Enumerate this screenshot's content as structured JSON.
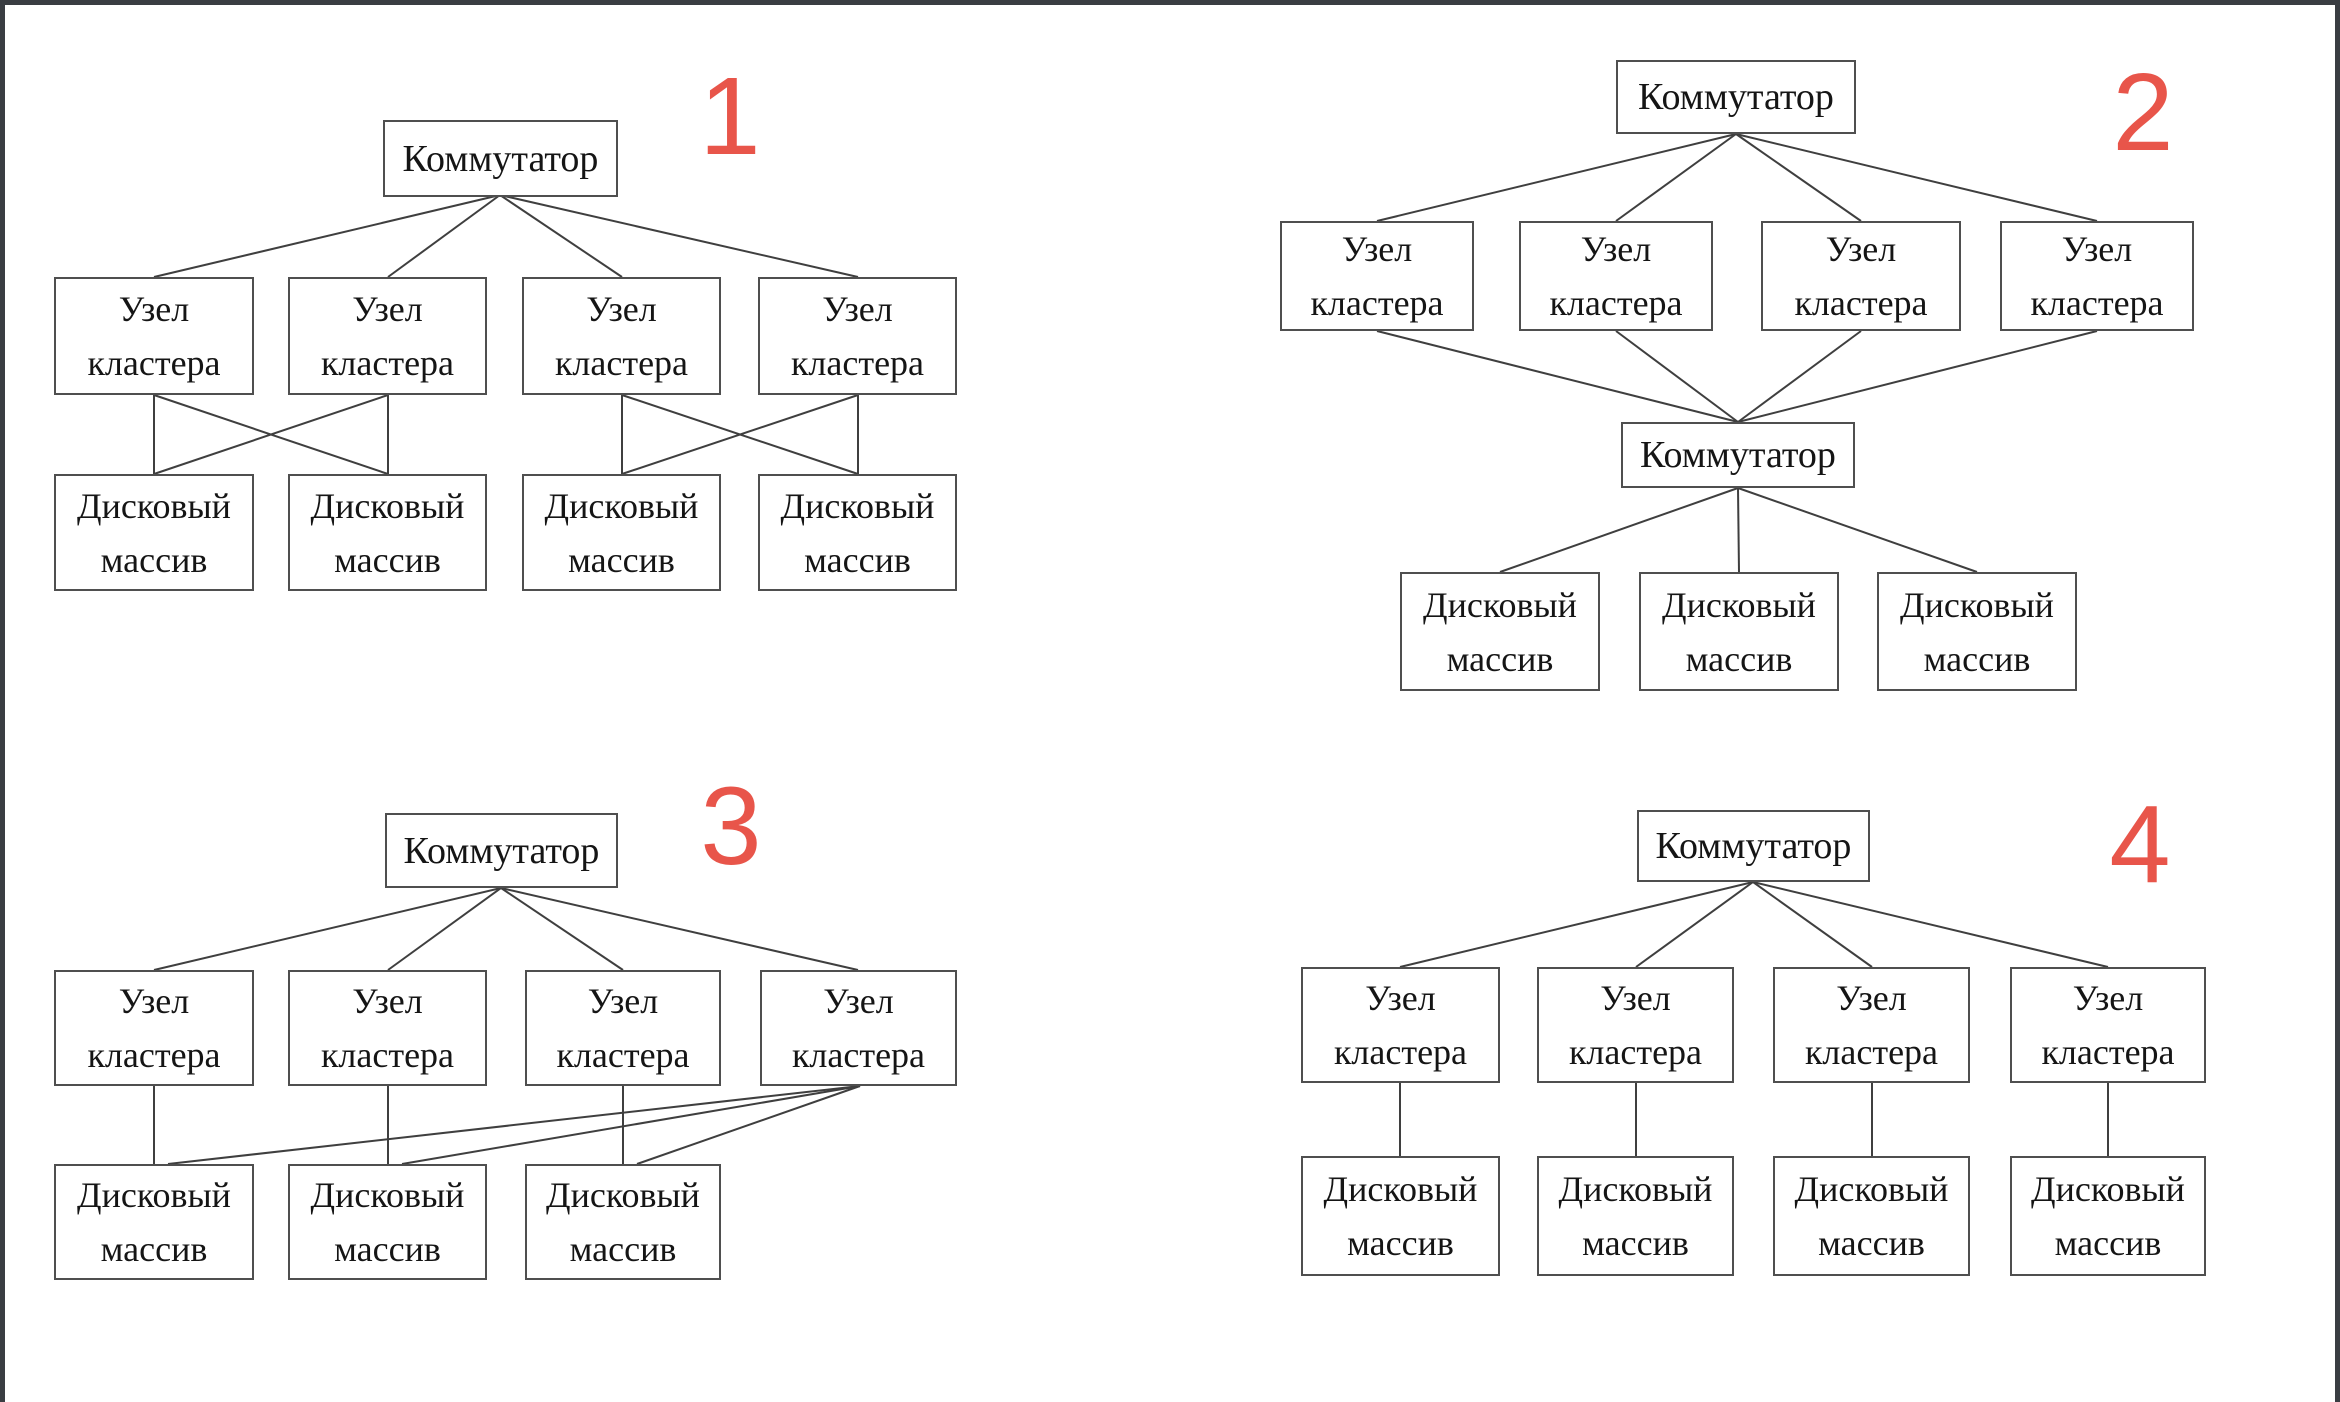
{
  "page": {
    "background": "#ffffff"
  },
  "colors": {
    "number_red": "#e8554a",
    "frame": "#3a3d42",
    "box_border": "#4f4f4f",
    "connector": "#3f3f3f",
    "text": "#151515"
  },
  "labels": {
    "switch": "Коммутатор",
    "node_line1": "Узел",
    "node_line2": "кластера",
    "disk_line1": "Дисковый",
    "disk_line2": "массив"
  },
  "diagrams": [
    {
      "number": "1",
      "switches": 1,
      "nodes": 4,
      "disks": 4,
      "topology": "node pairs cross-connected to disk pairs"
    },
    {
      "number": "2",
      "switches": 2,
      "nodes": 4,
      "disks": 3,
      "topology": "nodes between two switches, disks on second switch"
    },
    {
      "number": "3",
      "switches": 1,
      "nodes": 4,
      "disks": 3,
      "topology": "three nodes with own disk, fourth node linked to all disks"
    },
    {
      "number": "4",
      "switches": 1,
      "nodes": 4,
      "disks": 4,
      "topology": "each node with its own disk"
    }
  ]
}
